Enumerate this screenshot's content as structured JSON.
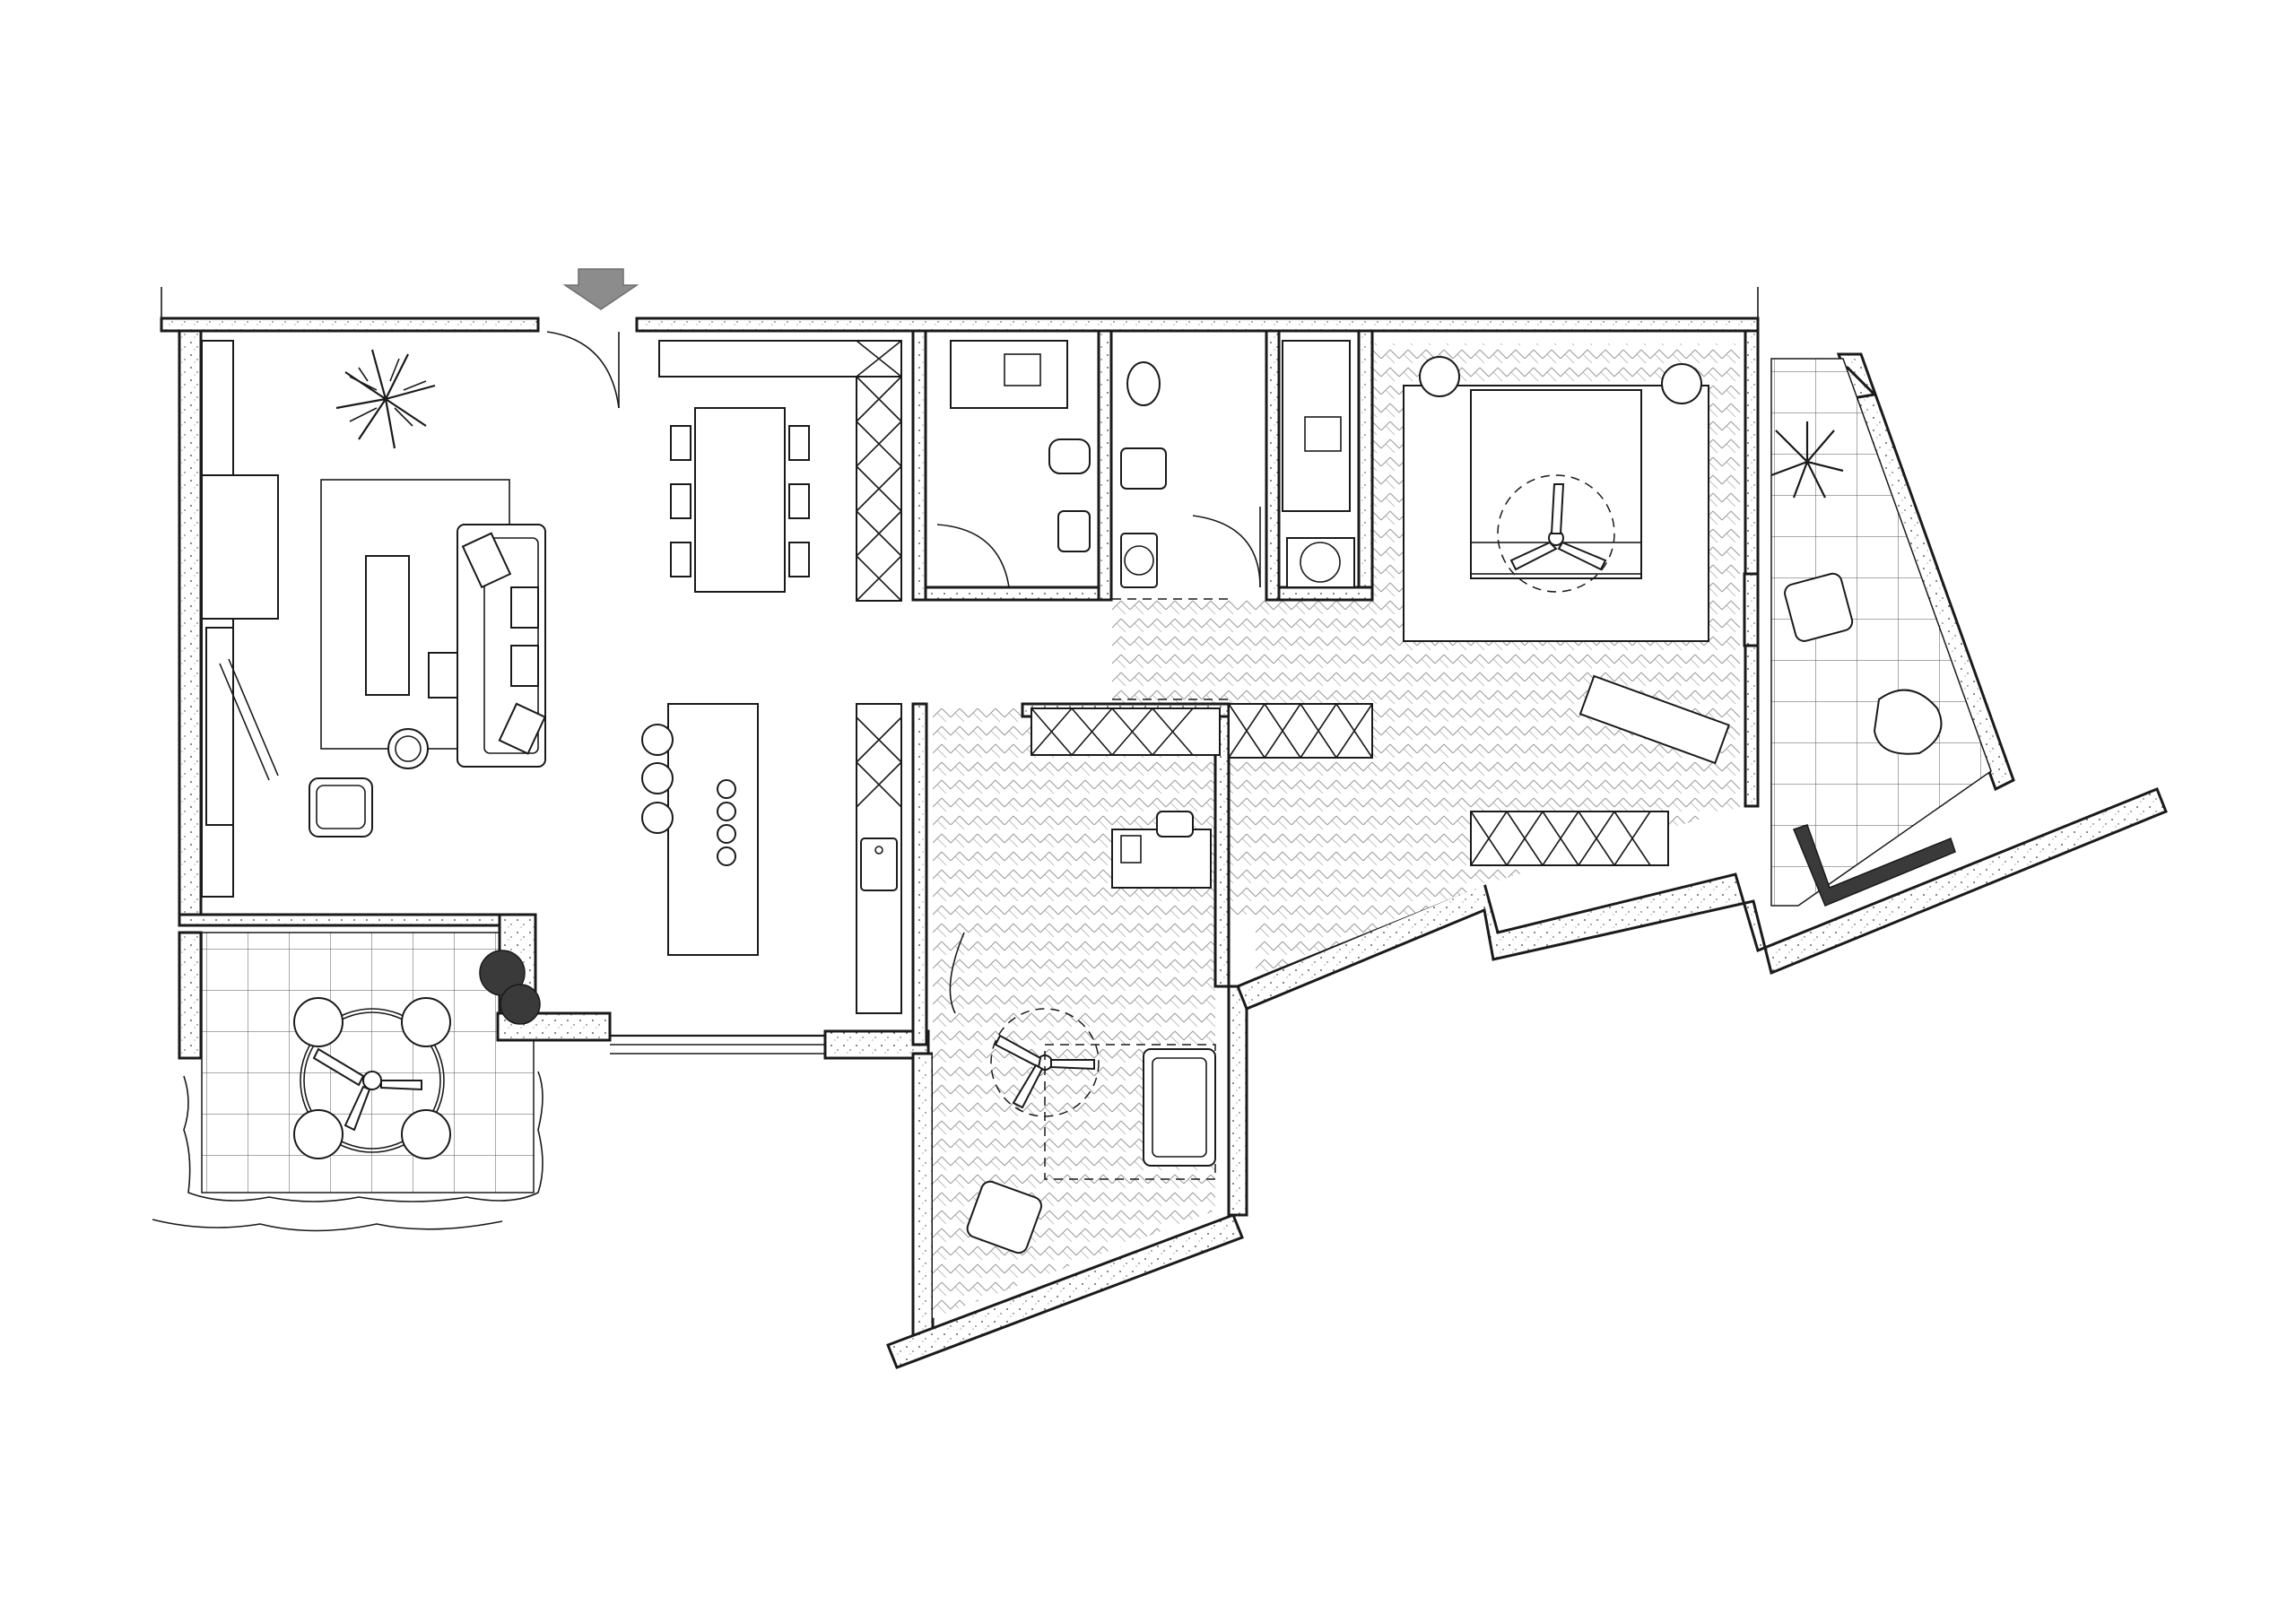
{
  "plan": {
    "entrance_marker": "entrance-arrow",
    "colors": {
      "line": "#1a1a1a",
      "arrow": "#8c8c8c",
      "background": "#ffffff"
    },
    "rooms": [
      "living-room",
      "dining-area",
      "kitchen",
      "bathroom",
      "wc",
      "laundry",
      "master-bedroom",
      "study-bedroom",
      "loggia-terrace",
      "corner-balcony"
    ]
  }
}
